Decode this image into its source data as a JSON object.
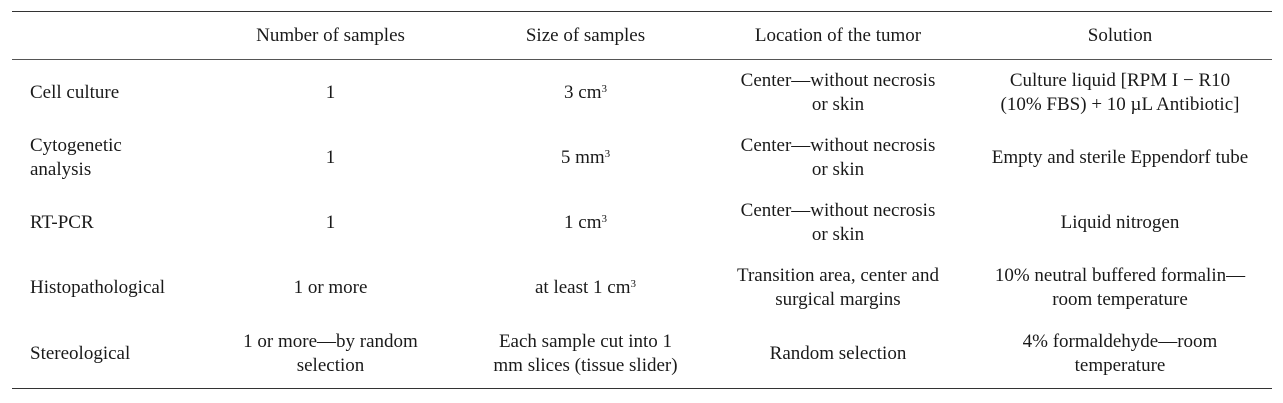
{
  "table": {
    "headers": [
      "",
      "Number of samples",
      "Size of samples",
      "Location of the tumor",
      "Solution"
    ],
    "rows": [
      {
        "label": "Cell culture",
        "number": "1",
        "size": "3 cm",
        "size_sup": "3",
        "location": "Center—without necrosis\nor skin",
        "solution": "Culture liquid [RPM I − R10\n(10% FBS) + 10 µL Antibiotic]"
      },
      {
        "label": "Cytogenetic\nanalysis",
        "number": "1",
        "size": "5 mm",
        "size_sup": "3",
        "location": "Center—without necrosis\nor skin",
        "solution": "Empty and sterile Eppendorf tube"
      },
      {
        "label": "RT-PCR",
        "number": "1",
        "size": "1 cm",
        "size_sup": "3",
        "location": "Center—without necrosis\nor skin",
        "solution": "Liquid nitrogen"
      },
      {
        "label": "Histopathological",
        "number": "1 or more",
        "size": "at least 1 cm",
        "size_sup": "3",
        "location": "Transition area, center and\nsurgical margins",
        "solution": "10% neutral buffered formalin—\nroom temperature"
      },
      {
        "label": "Stereological",
        "number": "1 or more—by random\nselection",
        "size": "Each sample cut into 1\nmm slices (tissue slider)",
        "size_sup": "",
        "location": "Random selection",
        "solution": "4% formaldehyde—room\ntemperature"
      }
    ]
  }
}
